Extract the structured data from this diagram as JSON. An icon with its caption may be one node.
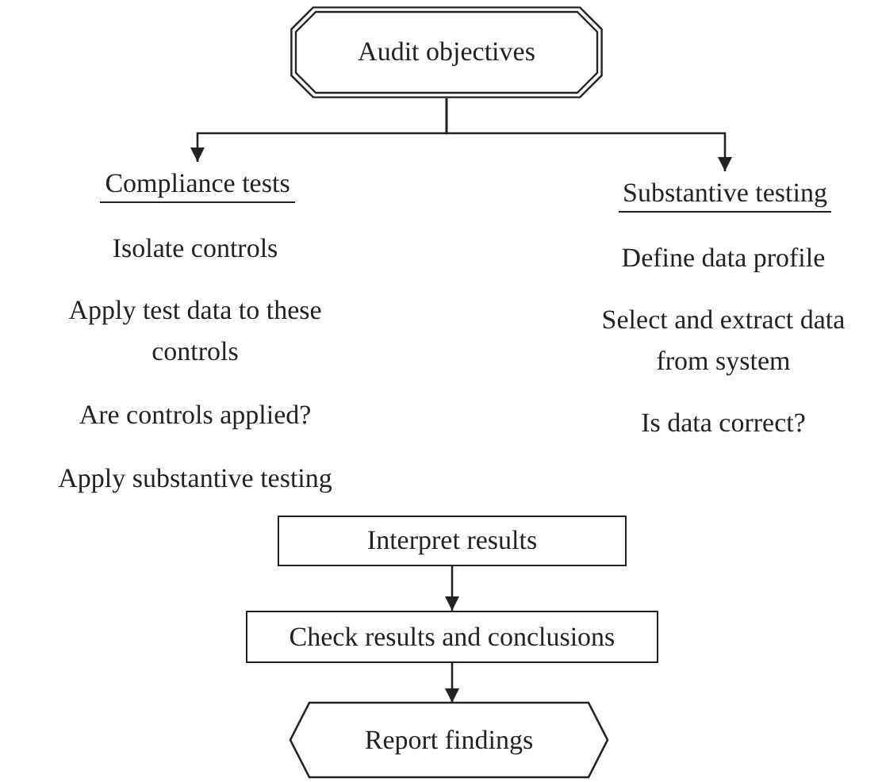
{
  "diagram": {
    "nodes": [
      {
        "text": [
          "Audit objectives"
        ]
      },
      {
        "text": [
          "Compliance tests"
        ]
      },
      {
        "text": [
          "Substantive testing"
        ]
      },
      {
        "text": [
          "Interpret results"
        ]
      },
      {
        "text": [
          "Check results and conclusions"
        ]
      },
      {
        "text": [
          "Report findings"
        ]
      }
    ],
    "edges": [
      {
        "from": 0,
        "to": 1,
        "arrow": "to"
      },
      {
        "from": 0,
        "to": 2,
        "arrow": "to"
      },
      {
        "from": 3,
        "to": 4,
        "arrow": "to"
      },
      {
        "from": 4,
        "to": 5,
        "arrow": "to"
      }
    ],
    "labels": [
      "Isolate controls",
      "Apply test data to these controls",
      "Are controls applied?",
      "Apply substantive testing",
      "Define data profile",
      "Select and extract data from system",
      "Is data correct?"
    ]
  }
}
